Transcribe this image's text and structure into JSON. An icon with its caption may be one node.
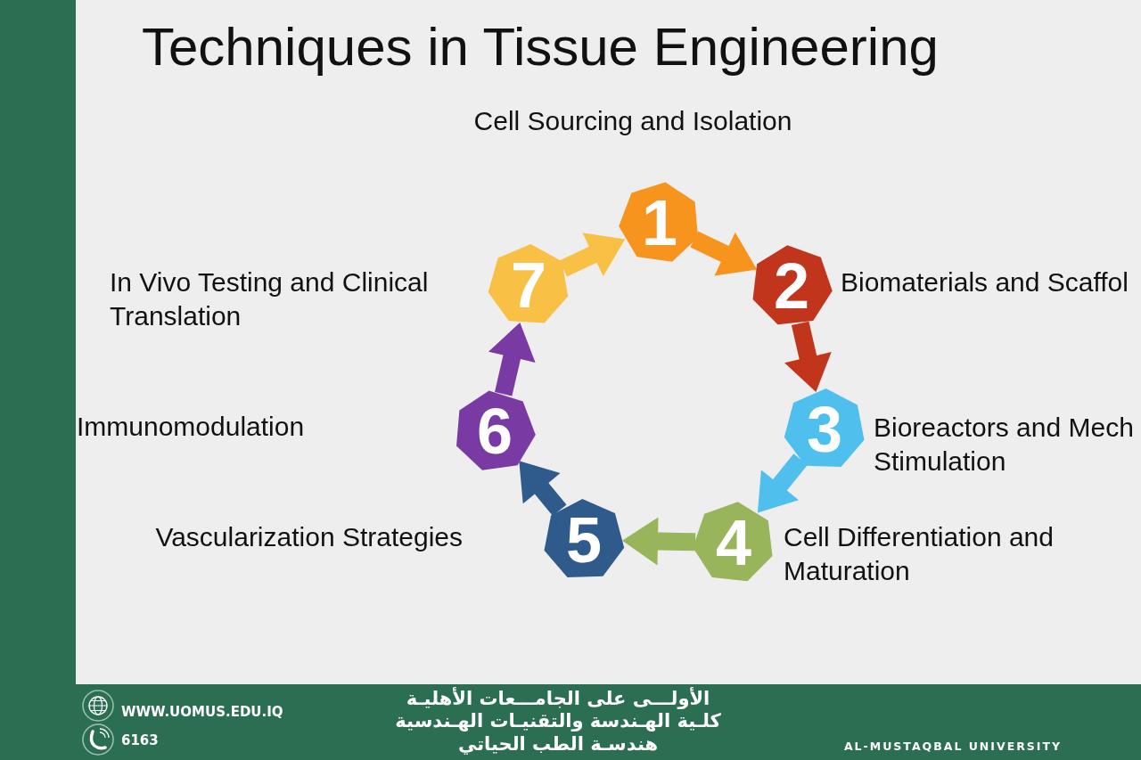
{
  "diagram": {
    "title": "Techniques in Tissue Engineering",
    "nodes": [
      {
        "text": [
          "1"
        ],
        "beside": [
          "Cell Sourcing and Isolation"
        ]
      },
      {
        "text": [
          "2"
        ],
        "beside": [
          "Biomaterials and Scaffol"
        ]
      },
      {
        "text": [
          "3"
        ],
        "beside": [
          "Bioreactors and Mech Stimulation"
        ]
      },
      {
        "text": [
          "4"
        ],
        "beside": [
          "Cell Differentiation and Maturation"
        ]
      },
      {
        "text": [
          "5"
        ],
        "beside": [
          "Vascularization Strategies"
        ]
      },
      {
        "text": [
          "6"
        ]
      },
      {
        "text": [
          "7"
        ],
        "beside": [
          "In Vivo Testing and Clinical Translation"
        ]
      }
    ],
    "edges": [
      {
        "from": 0,
        "to": 1,
        "arrow": "to",
        "color": "#f7941e"
      },
      {
        "from": 1,
        "to": 2,
        "arrow": "to",
        "color": "#c1351d"
      },
      {
        "from": 2,
        "to": 3,
        "arrow": "to",
        "color": "#4fc0ee"
      },
      {
        "from": 3,
        "to": 4,
        "arrow": "to",
        "color": "#98b55b"
      },
      {
        "from": 4,
        "to": 5,
        "arrow": "to",
        "color": "#2f5b8c"
      },
      {
        "from": 5,
        "to": 6,
        "arrow": "to",
        "color": "#7a3aa3"
      },
      {
        "from": 6,
        "to": 0,
        "arrow": "to",
        "color": "#f8c146"
      }
    ],
    "labels": [
      "Immunomodulation",
      "WWW.UOMUS.EDU.IQ",
      "6163",
      "الأولـــى على الجامـــعات الأهليـة",
      "كلـية الهـندسة والتقنيـات الهـندسية",
      "هندسـة الطب الحياتي",
      "AL-MUSTAQBAL UNIVERSITY"
    ]
  }
}
